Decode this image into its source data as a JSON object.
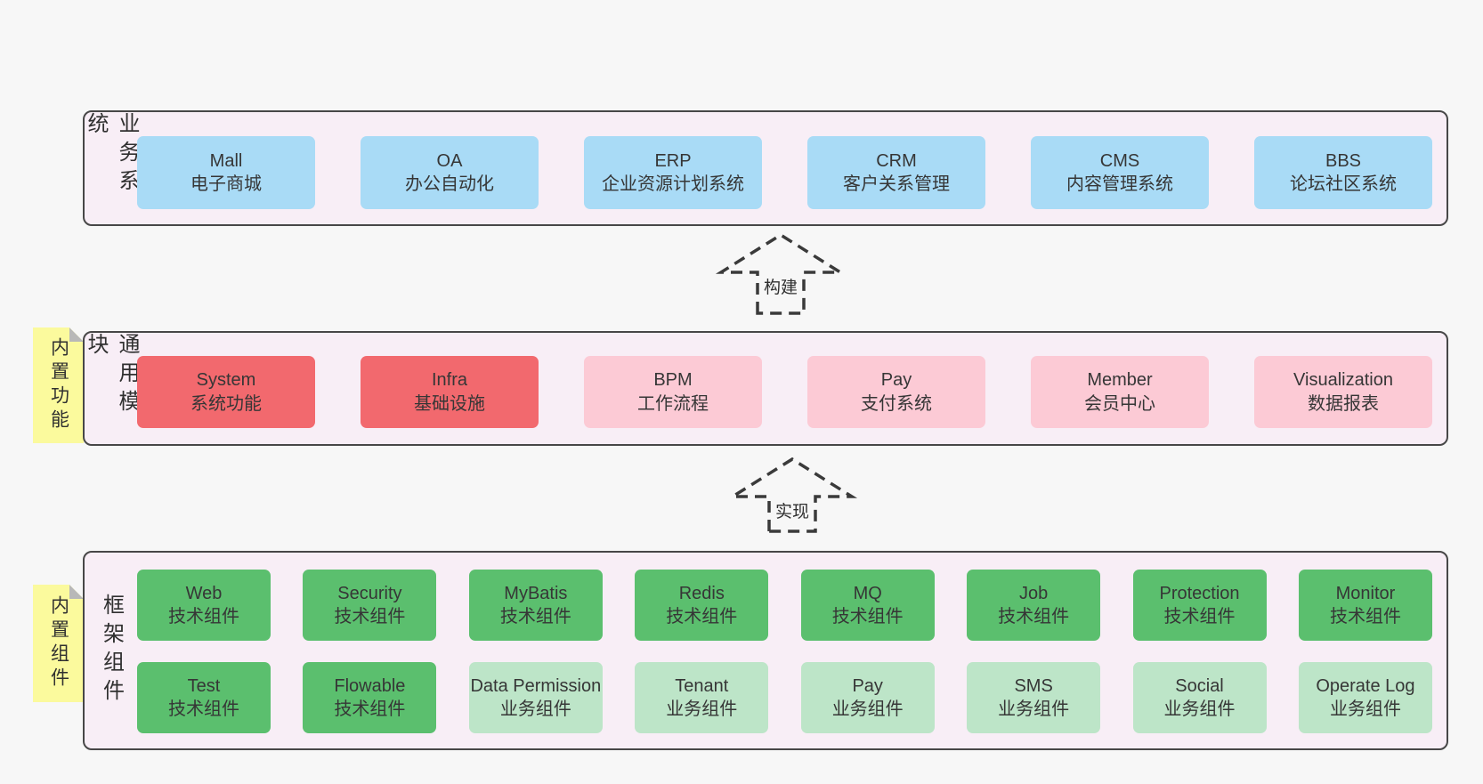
{
  "diagram": {
    "colors": {
      "page_bg": "#f7f7f7",
      "band_bg": "#f8eef6",
      "band_border": "#474747",
      "blue": "#a9dbf6",
      "red": "#f2696e",
      "pink": "#fccad5",
      "green_dark": "#5bbf6e",
      "green_light": "#bde5c8",
      "sticky_yellow": "#fbfa9d",
      "sticky_fold": "#b8b8b8",
      "arrow_line": "#3a3a3a",
      "text": "#363636"
    },
    "arrows": [
      {
        "label": "构建"
      },
      {
        "label": "实现"
      }
    ],
    "bands": [
      {
        "label": "业务系统",
        "sticky": null,
        "rows": [
          [
            {
              "title": "Mall",
              "subtitle": "电子商城",
              "variant": "blue"
            },
            {
              "title": "OA",
              "subtitle": "办公自动化",
              "variant": "blue"
            },
            {
              "title": "ERP",
              "subtitle": "企业资源计划系统",
              "variant": "blue"
            },
            {
              "title": "CRM",
              "subtitle": "客户关系管理",
              "variant": "blue"
            },
            {
              "title": "CMS",
              "subtitle": "内容管理系统",
              "variant": "blue"
            },
            {
              "title": "BBS",
              "subtitle": "论坛社区系统",
              "variant": "blue"
            }
          ]
        ]
      },
      {
        "label": "通用模块",
        "sticky": "内置功能",
        "rows": [
          [
            {
              "title": "System",
              "subtitle": "系统功能",
              "variant": "red"
            },
            {
              "title": "Infra",
              "subtitle": "基础设施",
              "variant": "red"
            },
            {
              "title": "BPM",
              "subtitle": "工作流程",
              "variant": "pink"
            },
            {
              "title": "Pay",
              "subtitle": "支付系统",
              "variant": "pink"
            },
            {
              "title": "Member",
              "subtitle": "会员中心",
              "variant": "pink"
            },
            {
              "title": "Visualization",
              "subtitle": "数据报表",
              "variant": "pink"
            }
          ]
        ]
      },
      {
        "label": "框架组件",
        "sticky": "内置组件",
        "rows": [
          [
            {
              "title": "Web",
              "subtitle": "技术组件",
              "variant": "green"
            },
            {
              "title": "Security",
              "subtitle": "技术组件",
              "variant": "green"
            },
            {
              "title": "MyBatis",
              "subtitle": "技术组件",
              "variant": "green"
            },
            {
              "title": "Redis",
              "subtitle": "技术组件",
              "variant": "green"
            },
            {
              "title": "MQ",
              "subtitle": "技术组件",
              "variant": "green"
            },
            {
              "title": "Job",
              "subtitle": "技术组件",
              "variant": "green"
            },
            {
              "title": "Protection",
              "subtitle": "技术组件",
              "variant": "green"
            },
            {
              "title": "Monitor",
              "subtitle": "技术组件",
              "variant": "green"
            }
          ],
          [
            {
              "title": "Test",
              "subtitle": "技术组件",
              "variant": "green"
            },
            {
              "title": "Flowable",
              "subtitle": "技术组件",
              "variant": "green"
            },
            {
              "title": "Data Permission",
              "subtitle": "业务组件",
              "variant": "lightgreen"
            },
            {
              "title": "Tenant",
              "subtitle": "业务组件",
              "variant": "lightgreen"
            },
            {
              "title": "Pay",
              "subtitle": "业务组件",
              "variant": "lightgreen"
            },
            {
              "title": "SMS",
              "subtitle": "业务组件",
              "variant": "lightgreen"
            },
            {
              "title": "Social",
              "subtitle": "业务组件",
              "variant": "lightgreen"
            },
            {
              "title": "Operate Log",
              "subtitle": "业务组件",
              "variant": "lightgreen"
            }
          ]
        ]
      }
    ]
  }
}
